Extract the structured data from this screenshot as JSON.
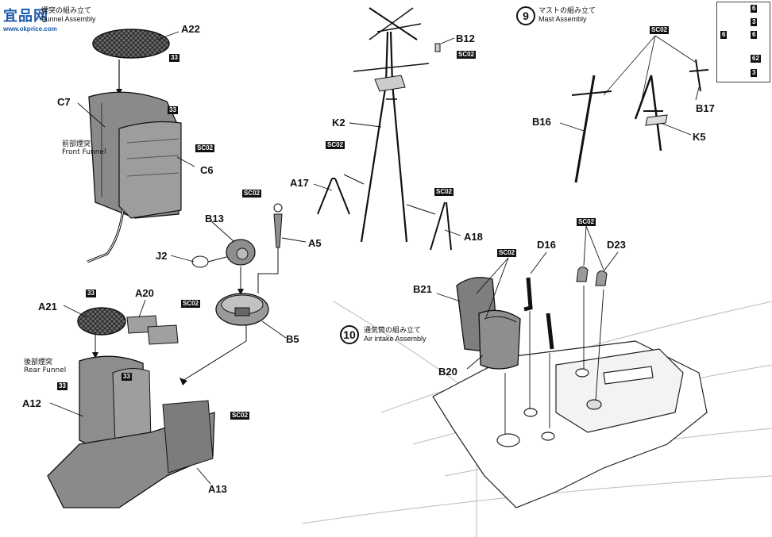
{
  "header": {
    "logo": "宜品网",
    "logo_sub": "www.okprice.com",
    "funnel_step_title_jp": "煙突の組み立て",
    "funnel_step_title_en": "Funnel Assembly"
  },
  "steps": [
    {
      "number": "9",
      "title_jp": "マストの組み立て",
      "title_en": "Mast Assembly"
    },
    {
      "number": "10",
      "title_jp": "通気筒の組み立て",
      "title_en": "Air intake Assembly"
    }
  ],
  "captions": {
    "front_funnel_jp": "前部煙突",
    "front_funnel_en": "Front Funnel",
    "rear_funnel_jp": "後部煙突",
    "rear_funnel_en": "Rear Funnel"
  },
  "part_labels": {
    "A22": "A22",
    "C7": "C7",
    "C6": "C6",
    "B13": "B13",
    "J2": "J2",
    "A5": "A5",
    "A21": "A21",
    "A20": "A20",
    "B5": "B5",
    "A12": "A12",
    "A13": "A13",
    "K2": "K2",
    "B12": "B12",
    "A17": "A17",
    "A18": "A18",
    "B16": "B16",
    "B17": "B17",
    "K5": "K5",
    "B21": "B21",
    "B20": "B20",
    "D16": "D16",
    "D23": "D23"
  },
  "paint_codes": {
    "sc02": "SC02",
    "color_33": "33",
    "color_6": "6",
    "color_3": "3",
    "color_62": "62"
  },
  "legend": {
    "values": [
      "6",
      "3",
      "6",
      "6",
      "62",
      "3"
    ]
  }
}
